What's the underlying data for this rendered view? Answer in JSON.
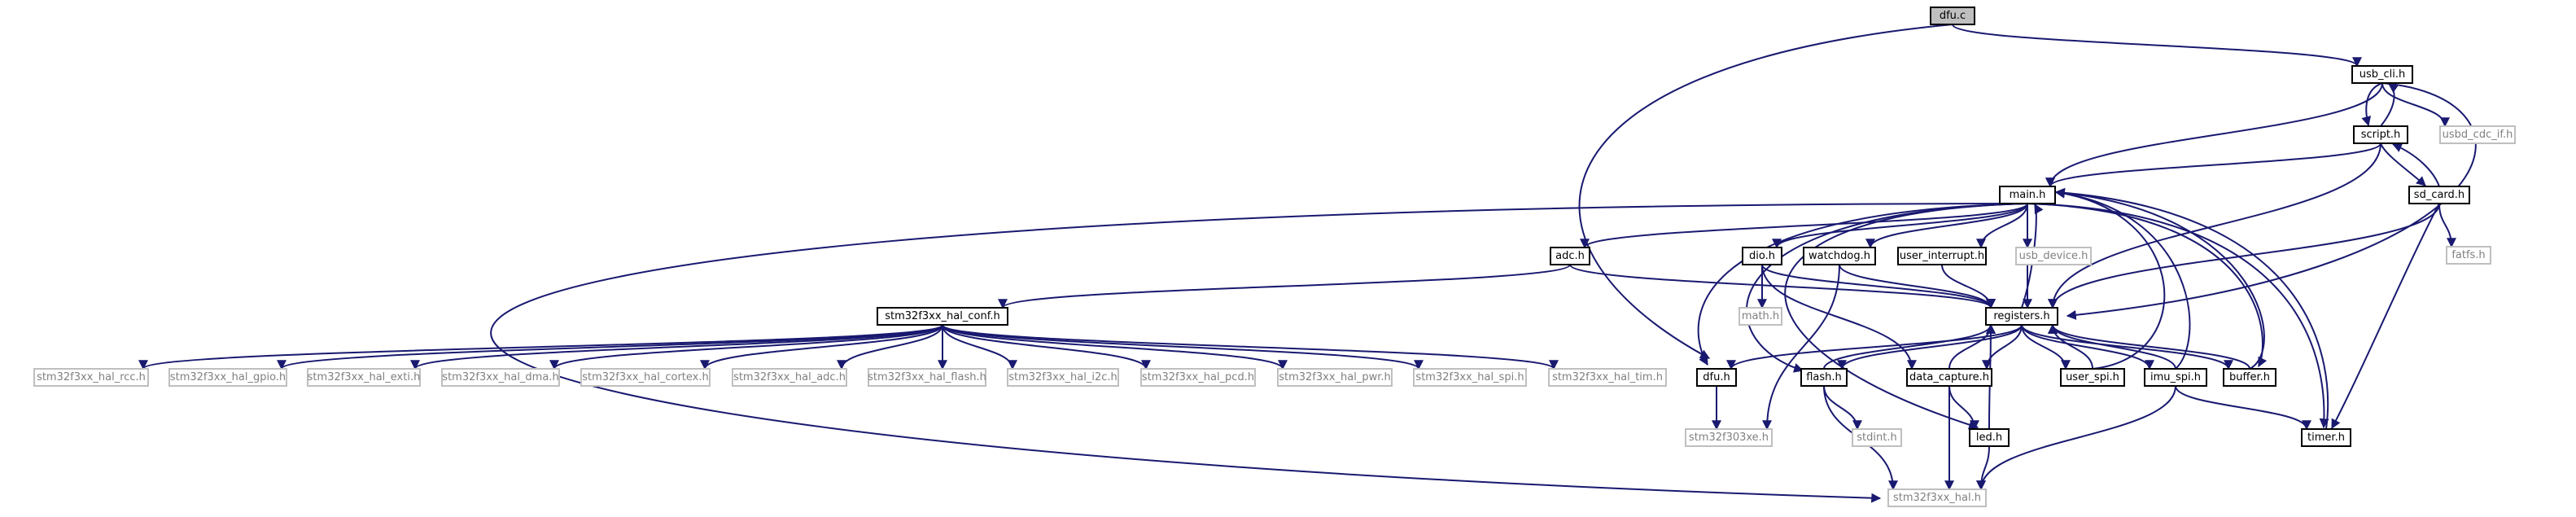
{
  "nodes": [
    {
      "id": "dfu_c",
      "label": "dfu.c",
      "kind": "root"
    },
    {
      "id": "usb_cli_h",
      "label": "usb_cli.h",
      "kind": "resolved"
    },
    {
      "id": "script_h",
      "label": "script.h",
      "kind": "resolved"
    },
    {
      "id": "usbd_cdc_if_h",
      "label": "usbd_cdc_if.h",
      "kind": "external"
    },
    {
      "id": "sd_card_h",
      "label": "sd_card.h",
      "kind": "resolved"
    },
    {
      "id": "main_h",
      "label": "main.h",
      "kind": "resolved"
    },
    {
      "id": "fatfs_h",
      "label": "fatfs.h",
      "kind": "external"
    },
    {
      "id": "adc_h",
      "label": "adc.h",
      "kind": "resolved"
    },
    {
      "id": "dio_h",
      "label": "dio.h",
      "kind": "resolved"
    },
    {
      "id": "watchdog_h",
      "label": "watchdog.h",
      "kind": "resolved"
    },
    {
      "id": "user_interrupt_h",
      "label": "user_interrupt.h",
      "kind": "resolved"
    },
    {
      "id": "usb_device_h",
      "label": "usb_device.h",
      "kind": "external"
    },
    {
      "id": "math_h",
      "label": "math.h",
      "kind": "external"
    },
    {
      "id": "hal_conf_h",
      "label": "stm32f3xx_hal_conf.h",
      "kind": "resolved"
    },
    {
      "id": "registers_h",
      "label": "registers.h",
      "kind": "resolved"
    },
    {
      "id": "hal_rcc_h",
      "label": "stm32f3xx_hal_rcc.h",
      "kind": "external"
    },
    {
      "id": "hal_gpio_h",
      "label": "stm32f3xx_hal_gpio.h",
      "kind": "external"
    },
    {
      "id": "hal_exti_h",
      "label": "stm32f3xx_hal_exti.h",
      "kind": "external"
    },
    {
      "id": "hal_dma_h",
      "label": "stm32f3xx_hal_dma.h",
      "kind": "external"
    },
    {
      "id": "hal_cortex_h",
      "label": "stm32f3xx_hal_cortex.h",
      "kind": "external"
    },
    {
      "id": "hal_adc_h",
      "label": "stm32f3xx_hal_adc.h",
      "kind": "external"
    },
    {
      "id": "hal_flash_h",
      "label": "stm32f3xx_hal_flash.h",
      "kind": "external"
    },
    {
      "id": "hal_i2c_h",
      "label": "stm32f3xx_hal_i2c.h",
      "kind": "external"
    },
    {
      "id": "hal_pcd_h",
      "label": "stm32f3xx_hal_pcd.h",
      "kind": "external"
    },
    {
      "id": "hal_pwr_h",
      "label": "stm32f3xx_hal_pwr.h",
      "kind": "external"
    },
    {
      "id": "hal_spi_h",
      "label": "stm32f3xx_hal_spi.h",
      "kind": "external"
    },
    {
      "id": "hal_tim_h",
      "label": "stm32f3xx_hal_tim.h",
      "kind": "external"
    },
    {
      "id": "dfu_h",
      "label": "dfu.h",
      "kind": "resolved"
    },
    {
      "id": "flash_h",
      "label": "flash.h",
      "kind": "resolved"
    },
    {
      "id": "data_capture_h",
      "label": "data_capture.h",
      "kind": "resolved"
    },
    {
      "id": "user_spi_h",
      "label": "user_spi.h",
      "kind": "resolved"
    },
    {
      "id": "imu_spi_h",
      "label": "imu_spi.h",
      "kind": "resolved"
    },
    {
      "id": "buffer_h",
      "label": "buffer.h",
      "kind": "resolved"
    },
    {
      "id": "stm32f303xe_h",
      "label": "stm32f303xe.h",
      "kind": "external"
    },
    {
      "id": "stdint_h",
      "label": "stdint.h",
      "kind": "external"
    },
    {
      "id": "led_h",
      "label": "led.h",
      "kind": "resolved"
    },
    {
      "id": "timer_h",
      "label": "timer.h",
      "kind": "resolved"
    },
    {
      "id": "stm32f3xx_hal_h",
      "label": "stm32f3xx_hal.h",
      "kind": "external"
    }
  ]
}
